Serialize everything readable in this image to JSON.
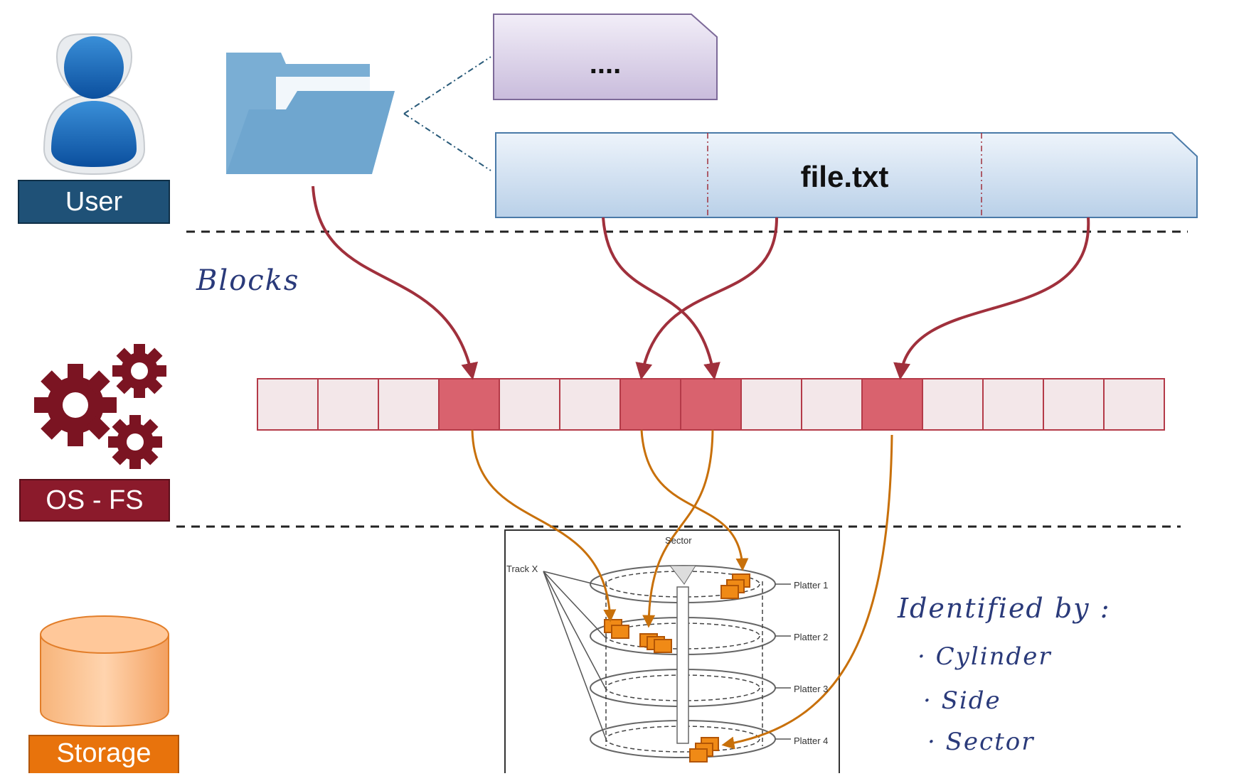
{
  "layers": {
    "user_label": "User",
    "os_label": "OS - FS",
    "storage_label": "Storage"
  },
  "files": {
    "other_name": "....",
    "file_name": "file.txt"
  },
  "annotations": {
    "blocks": "Blocks",
    "identified_by": "Identified by :",
    "items": [
      "· Cylinder",
      "· Side",
      "· Sector"
    ]
  },
  "block_bar": {
    "count": 15,
    "highlighted_blocks": [
      4,
      7,
      8,
      11
    ]
  },
  "disk": {
    "sector_label": "Sector",
    "track_label": "Track X",
    "platters": [
      "Platter 1",
      "Platter 2",
      "Platter 3",
      "Platter 4"
    ]
  },
  "colors": {
    "user": "#1f4e79",
    "os": "#8b1a2b",
    "storage": "#e8730c",
    "arrow_red": "#a0303c",
    "arrow_orange": "#c8700a",
    "block_highlight": "#d9626e",
    "block_plain": "#f3e7e9"
  }
}
